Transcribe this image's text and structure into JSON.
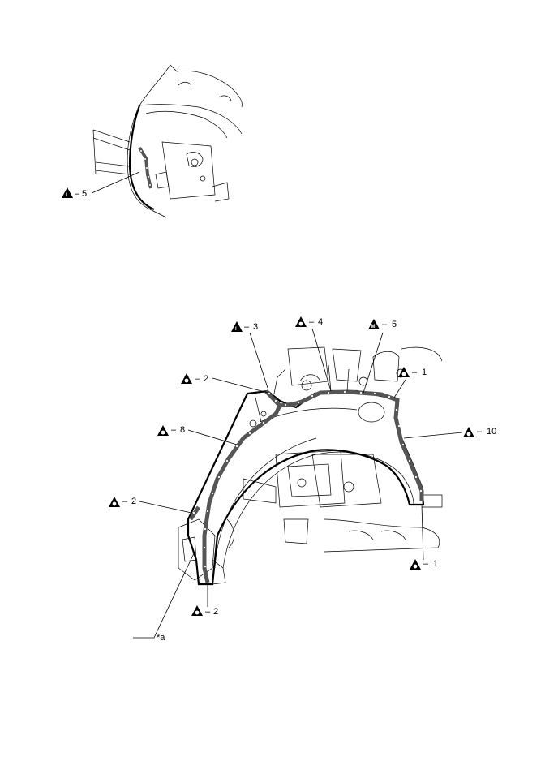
{
  "callouts": {
    "top_i5": {
      "symbol": "I",
      "label": "5"
    },
    "i3": {
      "symbol": "I",
      "label": "3"
    },
    "o4": {
      "symbol": "O",
      "label": "4"
    },
    "m5": {
      "symbol": "M",
      "label": "5"
    },
    "o1_top": {
      "symbol": "O",
      "label": "1"
    },
    "o2_top": {
      "symbol": "O",
      "label": "2"
    },
    "o8": {
      "symbol": "O",
      "label": "8"
    },
    "o10": {
      "symbol": "O",
      "label": "10"
    },
    "o2_left": {
      "symbol": "O",
      "label": "2"
    },
    "o1_bottom": {
      "symbol": "O",
      "label": "1"
    },
    "o2_bottom": {
      "symbol": "O",
      "label": "2"
    }
  },
  "reference_label": "*a",
  "colors": {
    "ink": "#000000",
    "background": "#ffffff",
    "sealer": "#555555"
  },
  "icons": {
    "triangle_marker": "warning-triangle-icon"
  }
}
